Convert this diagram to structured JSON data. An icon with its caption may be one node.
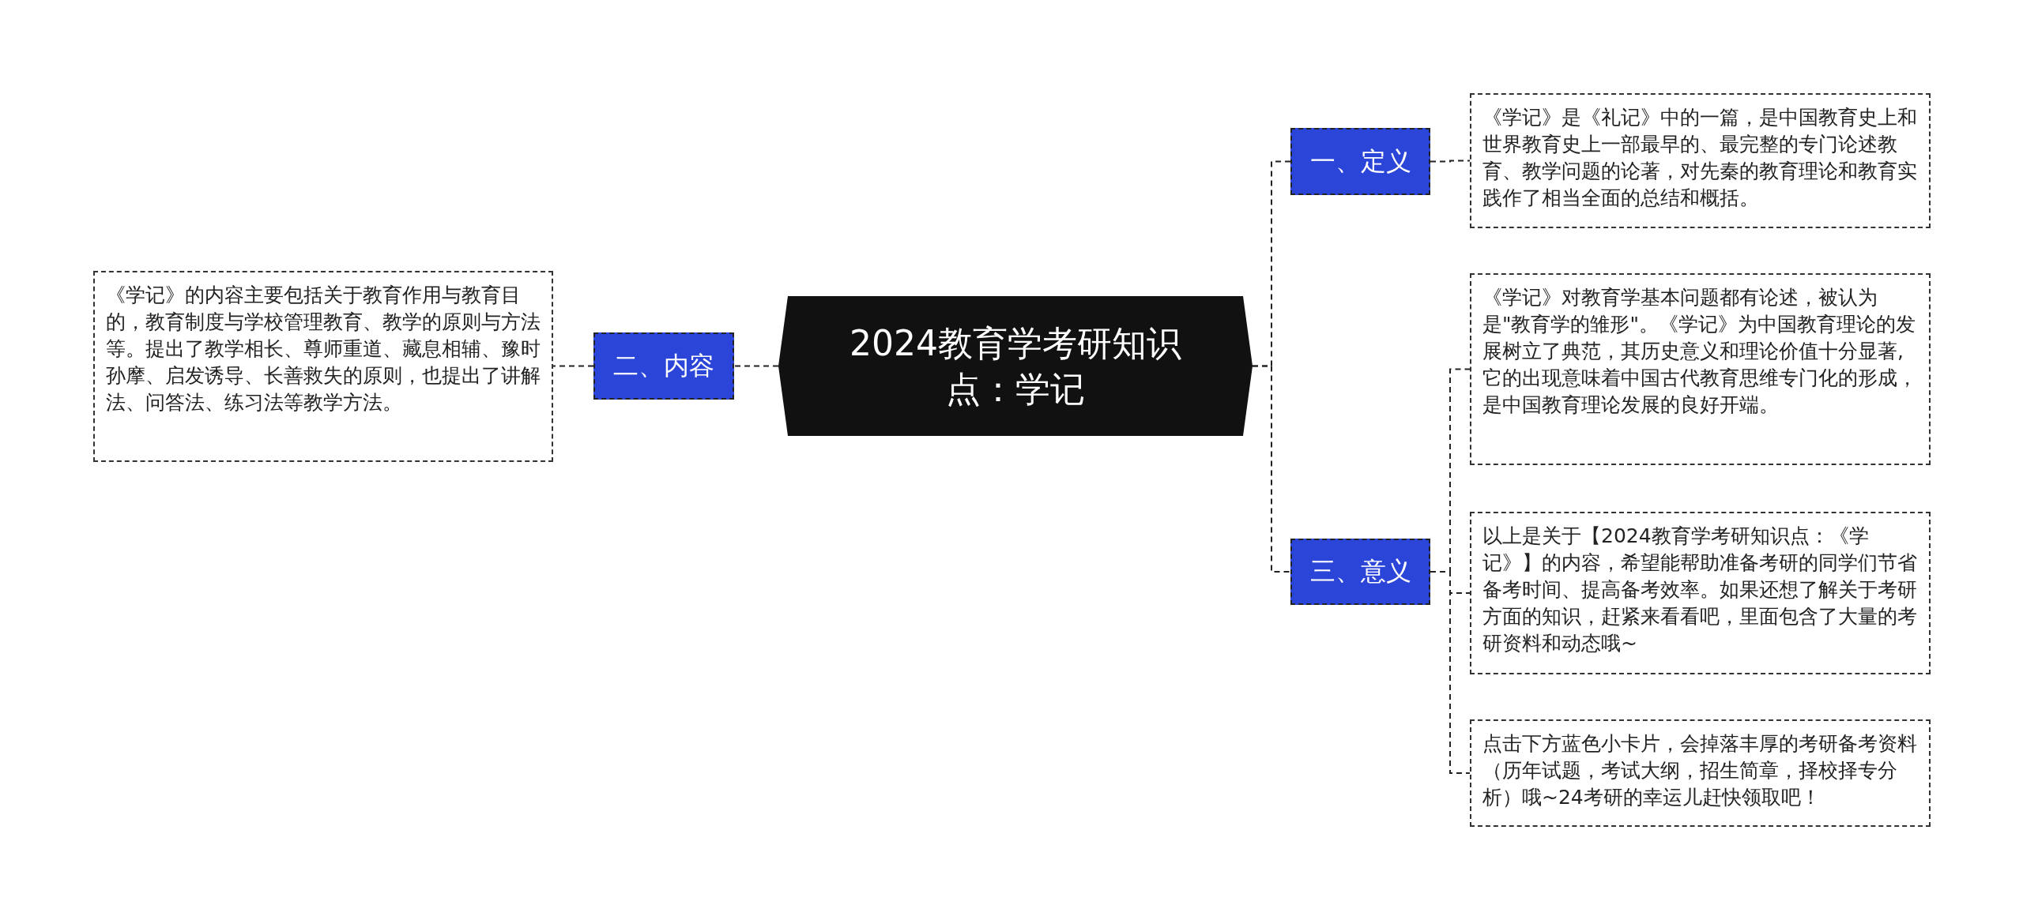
{
  "diagram": {
    "nodes": [
      {
        "text": [
          "2024教育学考研知识点：学记"
        ]
      },
      {
        "text": [
          "一、定义"
        ]
      },
      {
        "text": [
          "《学记》是《礼记》中的一篇，是中国教育史上和世界教育史上一部最早的、最完整的专门论述教育、教学问题的论著，对先秦的教育理论和教育实践作了相当全面的总结和概括。"
        ]
      },
      {
        "text": [
          "二、内容"
        ]
      },
      {
        "text": [
          "《学记》的内容主要包括关于教育作用与教育目的，教育制度与学校管理教育、教学的原则与方法等。提出了教学相长、尊师重道、藏息相辅、豫时孙摩、启发诱导、长善救失的原则，也提出了讲解法、问答法、练习法等教学方法。"
        ]
      },
      {
        "text": [
          "三、意义"
        ]
      },
      {
        "text": [
          "《学记》对教育学基本问题都有论述，被认为是\"教育学的雏形\"。《学记》为中国教育理论的发展树立了典范，其历史意义和理论价值十分显著,它的出现意味着中国古代教育思维专门化的形成，是中国教育理论发展的良好开端。"
        ]
      },
      {
        "text": [
          "以上是关于【2024教育学考研知识点：《学记》】的内容，希望能帮助准备考研的同学们节省备考时间、提高备考效率。如果还想了解关于考研方面的知识，赶紧来看看吧，里面包含了大量的考研资料和动态哦~"
        ]
      },
      {
        "text": [
          "点击下方蓝色小卡片，会掉落丰厚的考研备考资料（历年试题，考试大纲，招生简章，择校择专分析）哦~24考研的幸运儿赶快领取吧！"
        ]
      }
    ],
    "edges": [
      {
        "from": 0,
        "to": 1,
        "arrow": "none",
        "style": "dashed"
      },
      {
        "from": 1,
        "to": 2,
        "arrow": "none",
        "style": "dashed"
      },
      {
        "from": 0,
        "to": 3,
        "arrow": "none",
        "style": "dashed"
      },
      {
        "from": 3,
        "to": 4,
        "arrow": "none",
        "style": "dashed"
      },
      {
        "from": 0,
        "to": 5,
        "arrow": "none",
        "style": "dashed"
      },
      {
        "from": 5,
        "to": 6,
        "arrow": "none",
        "style": "dashed"
      },
      {
        "from": 5,
        "to": 7,
        "arrow": "none",
        "style": "dashed"
      },
      {
        "from": 5,
        "to": 8,
        "arrow": "none",
        "style": "dashed"
      }
    ]
  }
}
